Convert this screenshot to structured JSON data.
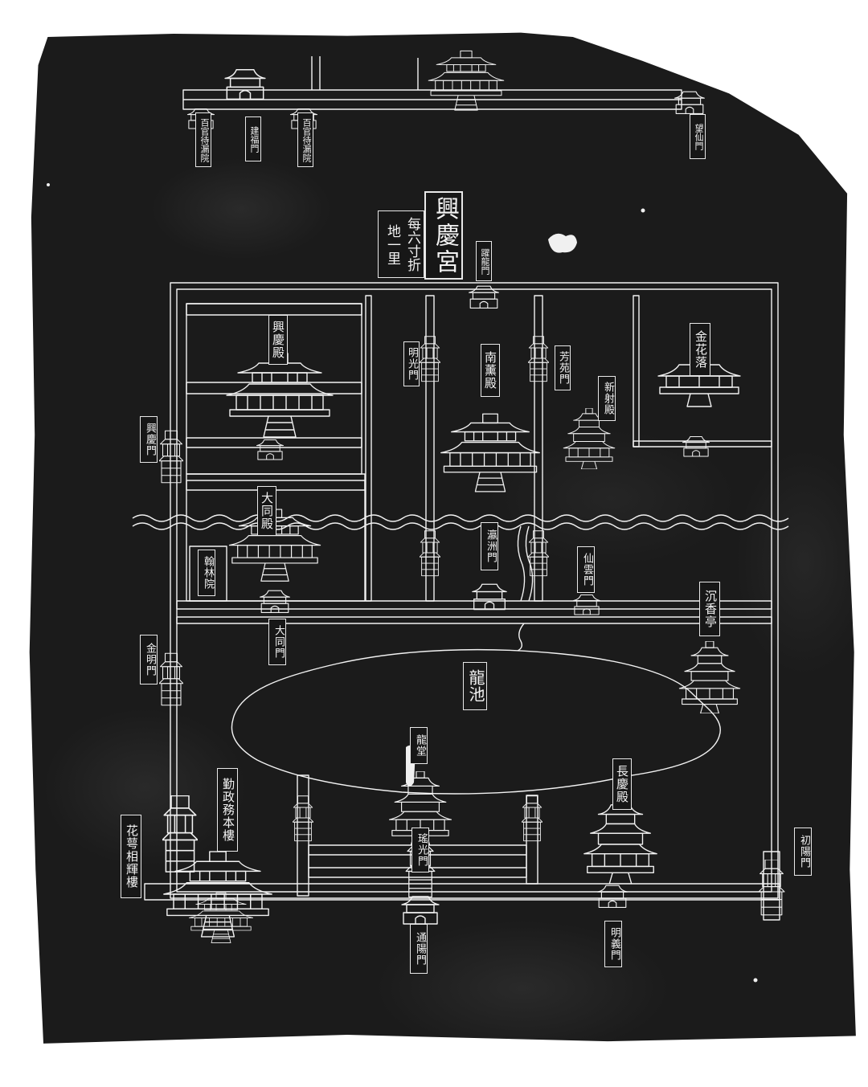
{
  "title": "興慶宮",
  "scale_note": "每六寸折地一里",
  "labels": {
    "daiyuan_left": "百官待漏院",
    "jianfu_gate": "建福門",
    "daiyuan_right": "百官待漏院",
    "wangxian_gate": "望仙門",
    "yuelong_gate": "躍龍門",
    "xingqing_hall": "興慶殿",
    "mingguang_gate": "明光門",
    "nanxun_hall": "南薰殿",
    "fangyuan_gate": "芳苑門",
    "xinshe_hall": "新射殿",
    "jinhua_luo": "金花落",
    "xingqing_gate": "興慶門",
    "datong_hall": "大同殿",
    "hanlin_yard": "翰林院",
    "yingzhou_gate": "瀛洲門",
    "xianyun_gate": "仙雲門",
    "chenxiang_pavilion": "沉香亭",
    "datong_gate": "大同門",
    "jinming_gate": "金明門",
    "dragon_pond": "龍池",
    "dragon_hall": "龍堂",
    "changqing_hall": "長慶殿",
    "qinzheng_tower": "勤政務本樓",
    "huae_tower": "花萼相輝樓",
    "yaoguang_gate": "瑤光門",
    "chuyang_gate": "初陽門",
    "tongyang_gate": "通陽門",
    "mingyi_gate": "明義門"
  },
  "colors": {
    "stone": "#1b1b1b",
    "line": "#f2f2f2",
    "paper": "#ffffff"
  }
}
